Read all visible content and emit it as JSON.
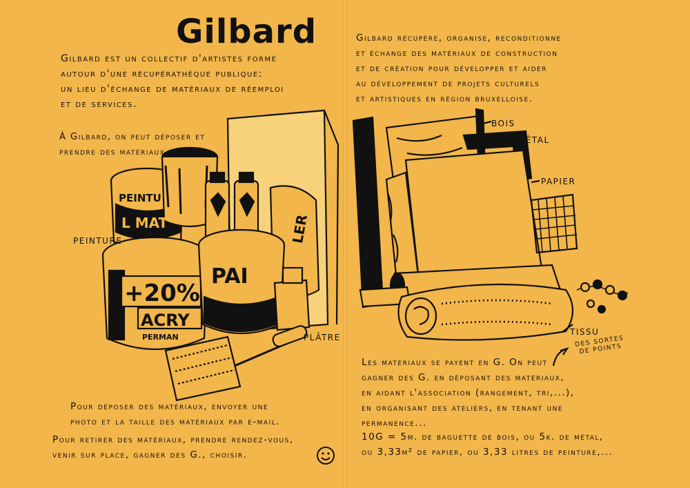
{
  "title": "Gilbard",
  "left": {
    "intro": "Gilbard est un collectif d'artistes formé\nautour d'une récupérathèque publique:\nun lieu d'échange de matériaux de réemploi\net de services.",
    "deposit_intro": "À Gilbard, on peut déposer et\nprendre des matériaux.",
    "labels": {
      "paint": "Peinture",
      "plaster": "Plâtre"
    },
    "can_texts": {
      "can1": "PEINTU",
      "can1b": "L MAT",
      "can2": "+20%",
      "can2b": "ACRY",
      "can2c": "PERMAN",
      "can3": "PAI",
      "bag": "LER"
    },
    "instructions_deposit": "Pour déposer des matériaux, envoyer une\nphoto et la taille des matériaux par e-mail.",
    "instructions_take": "Pour retirer des matériaux, prendre rendez-vous,\nvenir sur place, gagner des G., choisir."
  },
  "right": {
    "intro": "Gilbard récupère, organise, reconditionne\net échange des matériaux de construction\net de création pour développer et aider\nau développement de projets culturels\net artistiques en région bruxelloise.",
    "labels": {
      "wood": "Bois",
      "metal": "Métal",
      "paper": "Papier",
      "fabric": "Tissu",
      "points": "Des sortes\nde points"
    },
    "payment": "Les matériaux se payent en G. On peut\ngagner des G. en déposant des matériaux,\nen aidant l'association (rangement, tri,...),\nen organisant des ateliers, en tenant une\npermanence...",
    "rates": "10G = 5m. de baguette de bois, ou 5k. de métal,\nou 3,33m² de papier, ou 3,33 litres de peinture,..."
  },
  "colors": {
    "paper": "#f3b64a",
    "ink": "#111111"
  }
}
